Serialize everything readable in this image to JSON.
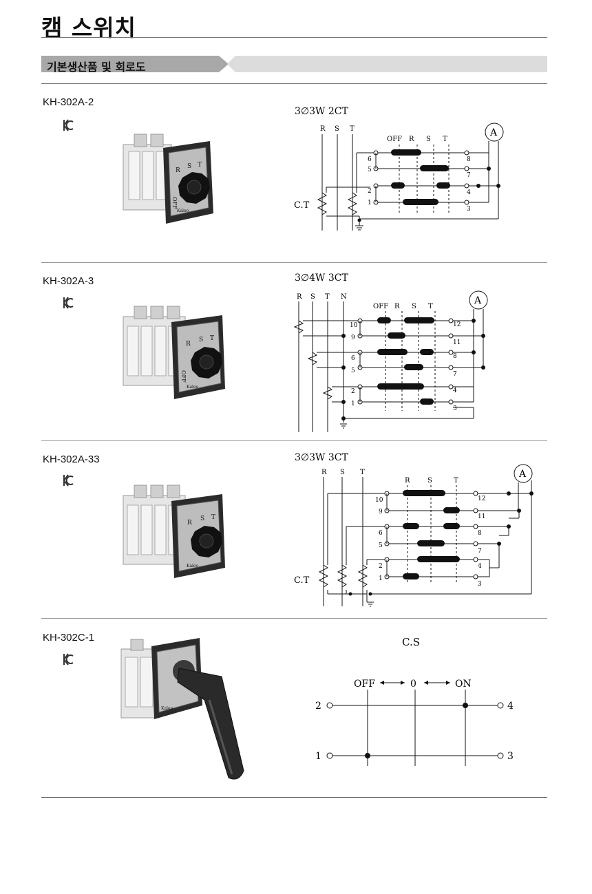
{
  "page": {
    "title": "캠 스위치",
    "section": "기본생산품 및 회로도"
  },
  "products": [
    {
      "model": "KH-302A-2",
      "diagram_title": "3∅3W  2CT",
      "line_labels": [
        "R",
        "S",
        "T"
      ],
      "position_labels": [
        "OFF",
        "R",
        "S",
        "T"
      ],
      "left_terminals": [
        "6",
        "5",
        "2",
        "1"
      ],
      "right_terminals": [
        "8",
        "7",
        "4",
        "3"
      ],
      "ct_label": "C.T",
      "meter_label": "A",
      "dial_labels": [
        "OFF",
        "R",
        "S",
        "T"
      ],
      "brand": "Kaleo"
    },
    {
      "model": "KH-302A-3",
      "diagram_title": "3∅4W  3CT",
      "line_labels": [
        "R",
        "S",
        "T",
        "N"
      ],
      "position_labels": [
        "OFF",
        "R",
        "S",
        "T"
      ],
      "left_terminals": [
        "10",
        "9",
        "6",
        "5",
        "2",
        "1"
      ],
      "right_terminals": [
        "12",
        "11",
        "8",
        "7",
        "4",
        "3"
      ],
      "meter_label": "A",
      "dial_labels": [
        "OFF",
        "R",
        "S",
        "T"
      ],
      "brand": "Kaleo"
    },
    {
      "model": "KH-302A-33",
      "diagram_title": "3∅3W  3CT",
      "line_labels": [
        "R",
        "S",
        "T"
      ],
      "position_labels": [
        "R",
        "S",
        "T"
      ],
      "left_terminals": [
        "10",
        "9",
        "6",
        "5",
        "2",
        "1"
      ],
      "right_terminals": [
        "12",
        "11",
        "8",
        "7",
        "4",
        "3"
      ],
      "ct_label": "C.T",
      "meter_label": "A",
      "dial_labels": [
        "R",
        "S",
        "T"
      ],
      "brand": "Kaleo"
    },
    {
      "model": "KH-302C-1",
      "diagram_title": "C.S",
      "position_labels": [
        "OFF",
        "0",
        "ON"
      ],
      "left_terminals": [
        "2",
        "1"
      ],
      "right_terminals": [
        "4",
        "3"
      ],
      "brand": "Kaleo"
    }
  ]
}
